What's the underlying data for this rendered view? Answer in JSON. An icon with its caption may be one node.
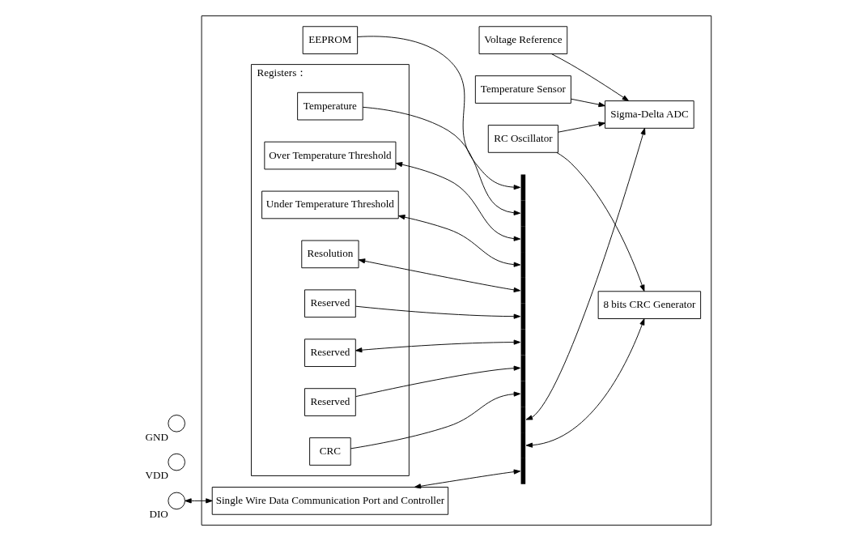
{
  "diagram": {
    "nodes": [
      {
        "text": [],
        "shape": "box"
      },
      {
        "text": [],
        "shape": "circle",
        "beside": [
          "VDD"
        ]
      },
      {
        "text": [],
        "shape": "circle",
        "beside": [
          "GND"
        ]
      },
      {
        "text": [],
        "shape": "circle",
        "beside": [
          "DIO"
        ]
      },
      {
        "text": [
          "EEPROM"
        ],
        "in": 0
      },
      {
        "text": [
          "Registers："
        ],
        "in": 0
      },
      {
        "text": [
          "Temperature"
        ],
        "in": 5
      },
      {
        "text": [
          "Over Temperature Threshold"
        ],
        "in": 5
      },
      {
        "text": [
          "Under Temperature Threshold"
        ],
        "in": 5
      },
      {
        "text": [
          "Resolution"
        ],
        "in": 5
      },
      {
        "text": [
          "Reserved"
        ],
        "in": 5
      },
      {
        "text": [
          "Reserved"
        ],
        "in": 5
      },
      {
        "text": [
          "Reserved"
        ],
        "in": 5
      },
      {
        "text": [
          "CRC"
        ],
        "in": 5
      },
      {
        "text": [],
        "shape": "bar",
        "in": 0
      },
      {
        "text": [
          "Voltage Reference"
        ],
        "in": 0
      },
      {
        "text": [
          "Temperature Sensor"
        ],
        "in": 0
      },
      {
        "text": [
          "Sigma-Delta ADC"
        ],
        "in": 0
      },
      {
        "text": [
          "8 bits CRC Generator"
        ],
        "in": 0
      },
      {
        "text": [
          "RC Oscillator"
        ],
        "in": 0
      },
      {
        "text": [
          "Single Wire Data Communication Port and Controller"
        ],
        "in": 0
      }
    ],
    "edges": [
      {
        "from": 4,
        "to": 14,
        "arrow": "to"
      },
      {
        "from": 6,
        "to": 14,
        "arrow": "to"
      },
      {
        "from": 7,
        "to": 14,
        "arrow": "both"
      },
      {
        "from": 8,
        "to": 14,
        "arrow": "both"
      },
      {
        "from": 9,
        "to": 14,
        "arrow": "both"
      },
      {
        "from": 10,
        "to": 14,
        "arrow": "to"
      },
      {
        "from": 11,
        "to": 14,
        "arrow": "both"
      },
      {
        "from": 12,
        "to": 14,
        "arrow": "to"
      },
      {
        "from": 13,
        "to": 14,
        "arrow": "to"
      },
      {
        "from": 14,
        "to": 17,
        "arrow": "both"
      },
      {
        "from": 14,
        "to": 18,
        "arrow": "both"
      },
      {
        "from": 3,
        "to": 20,
        "arrow": "both"
      },
      {
        "from": 20,
        "to": 14,
        "arrow": "both"
      },
      {
        "from": 15,
        "to": 17,
        "arrow": "to"
      },
      {
        "from": 16,
        "to": 17,
        "arrow": "to"
      },
      {
        "from": 19,
        "to": 17,
        "arrow": "to"
      },
      {
        "from": 19,
        "to": 18,
        "arrow": "to"
      }
    ]
  }
}
